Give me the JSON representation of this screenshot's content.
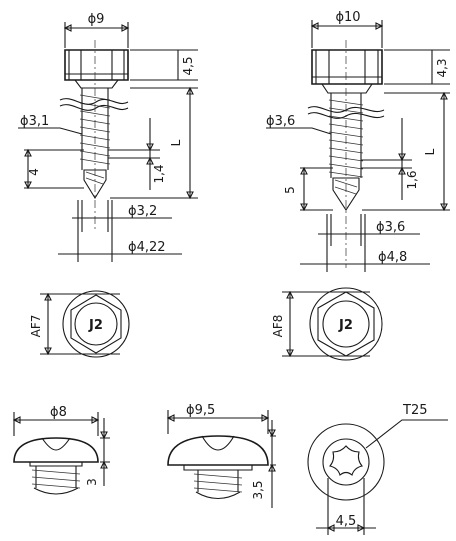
{
  "screw_small": {
    "head_diameter": "ϕ9",
    "head_height": "4,5",
    "length": "L",
    "shank_diameter": "ϕ3,1",
    "tip_length": "4",
    "drill_length": "1,4",
    "drill_diameter": "ϕ3,2",
    "thread_diameter": "ϕ4,22"
  },
  "screw_large": {
    "head_diameter": "ϕ10",
    "head_height": "4,3",
    "length": "L",
    "shank_diameter": "ϕ3,6",
    "tip_length": "5",
    "drill_length": "1,6",
    "drill_diameter": "ϕ3,6",
    "thread_diameter": "ϕ4,8"
  },
  "head_small": {
    "across_flats": "AF7",
    "marking": "J2"
  },
  "head_large": {
    "across_flats": "AF8",
    "marking": "J2"
  },
  "pan_small": {
    "diameter": "ϕ8",
    "height": "3"
  },
  "pan_large": {
    "diameter": "ϕ9,5",
    "height": "3,5"
  },
  "torx": {
    "drive": "T25",
    "width": "4,5"
  }
}
